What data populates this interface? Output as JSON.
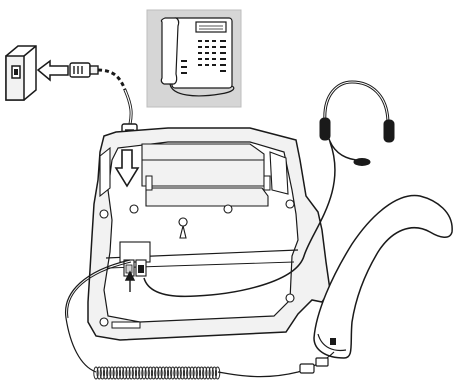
{
  "figure": {
    "kind": "telephone-installation-diagram",
    "components": [
      {
        "id": "wall-socket",
        "icon": "wall-socket-icon"
      },
      {
        "id": "line-plug",
        "icon": "modular-plug-icon"
      },
      {
        "id": "telephone-preview",
        "icon": "desk-telephone-icon"
      },
      {
        "id": "phone-base-underside",
        "icon": "phone-base-icon"
      },
      {
        "id": "headset",
        "icon": "headset-icon"
      },
      {
        "id": "handset",
        "icon": "handset-icon"
      },
      {
        "id": "coiled-handset-cord",
        "icon": "coiled-cord-icon"
      }
    ],
    "arrows": [
      {
        "id": "plug-into-wall",
        "direction": "left"
      },
      {
        "id": "plug-into-base",
        "direction": "down"
      },
      {
        "id": "headset-into-jack",
        "direction": "up"
      }
    ]
  },
  "colors": {
    "outline": "#1a1a1a",
    "base_fill": "#f2f2f2",
    "panel_bg": "#d6d6d6",
    "cord": "#2a2a2a",
    "white": "#ffffff"
  }
}
